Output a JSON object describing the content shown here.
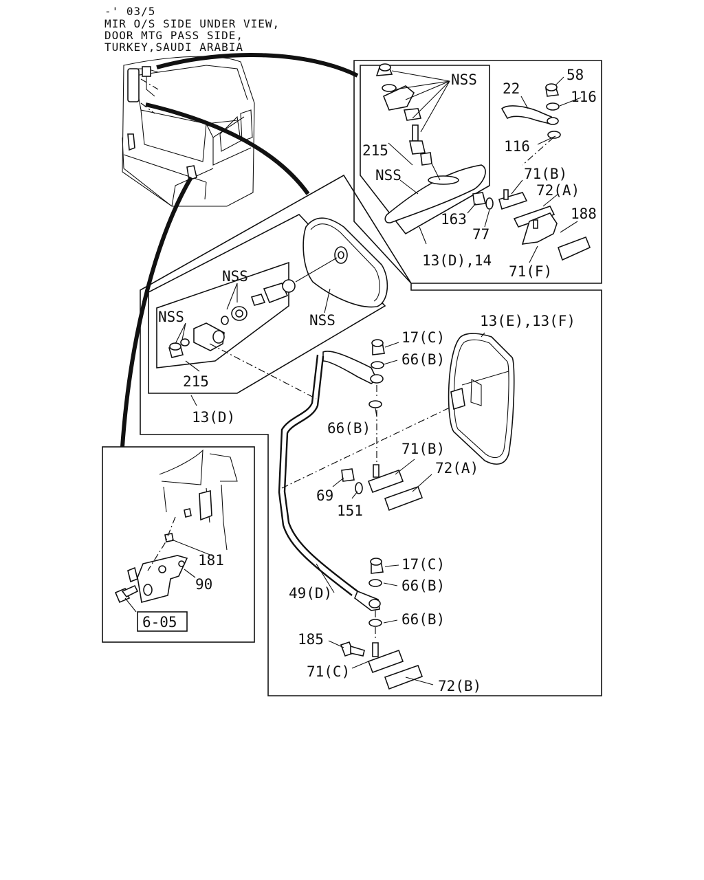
{
  "header": {
    "line1": "-' 03/5",
    "line2": "MIR O/S SIDE UNDER VIEW,",
    "line3": "DOOR MTG PASS SIDE,",
    "line4": "TURKEY,SAUDI ARABIA"
  },
  "callouts": {
    "c58": "58",
    "c116a": "116",
    "c22": "22",
    "c116b": "116",
    "c71b_top": "71(B)",
    "c72a_top": "72(A)",
    "c188": "188",
    "c163": "163",
    "c77": "77",
    "c71f": "71(F)",
    "c13d14": "13(D),14",
    "c215_top": "215",
    "nss_top": "NSS",
    "nss_top_mirror": "NSS",
    "nss_mid_a": "NSS",
    "nss_mid_b": "NSS",
    "nss_mid_c": "NSS",
    "c215_mid": "215",
    "c13d": "13(D)",
    "c13ef": "13(E),13(F)",
    "c17c_a": "17(C)",
    "c66b_a": "66(B)",
    "c66b_b": "66(B)",
    "c71b_mid": "71(B)",
    "c72a_mid": "72(A)",
    "c69": "69",
    "c151": "151",
    "c17c_b": "17(C)",
    "c66b_c": "66(B)",
    "c49d": "49(D)",
    "c66b_d": "66(B)",
    "c185": "185",
    "c71c": "71(C)",
    "c72b": "72(B)",
    "c181": "181",
    "c90": "90",
    "c605": "6-05"
  }
}
